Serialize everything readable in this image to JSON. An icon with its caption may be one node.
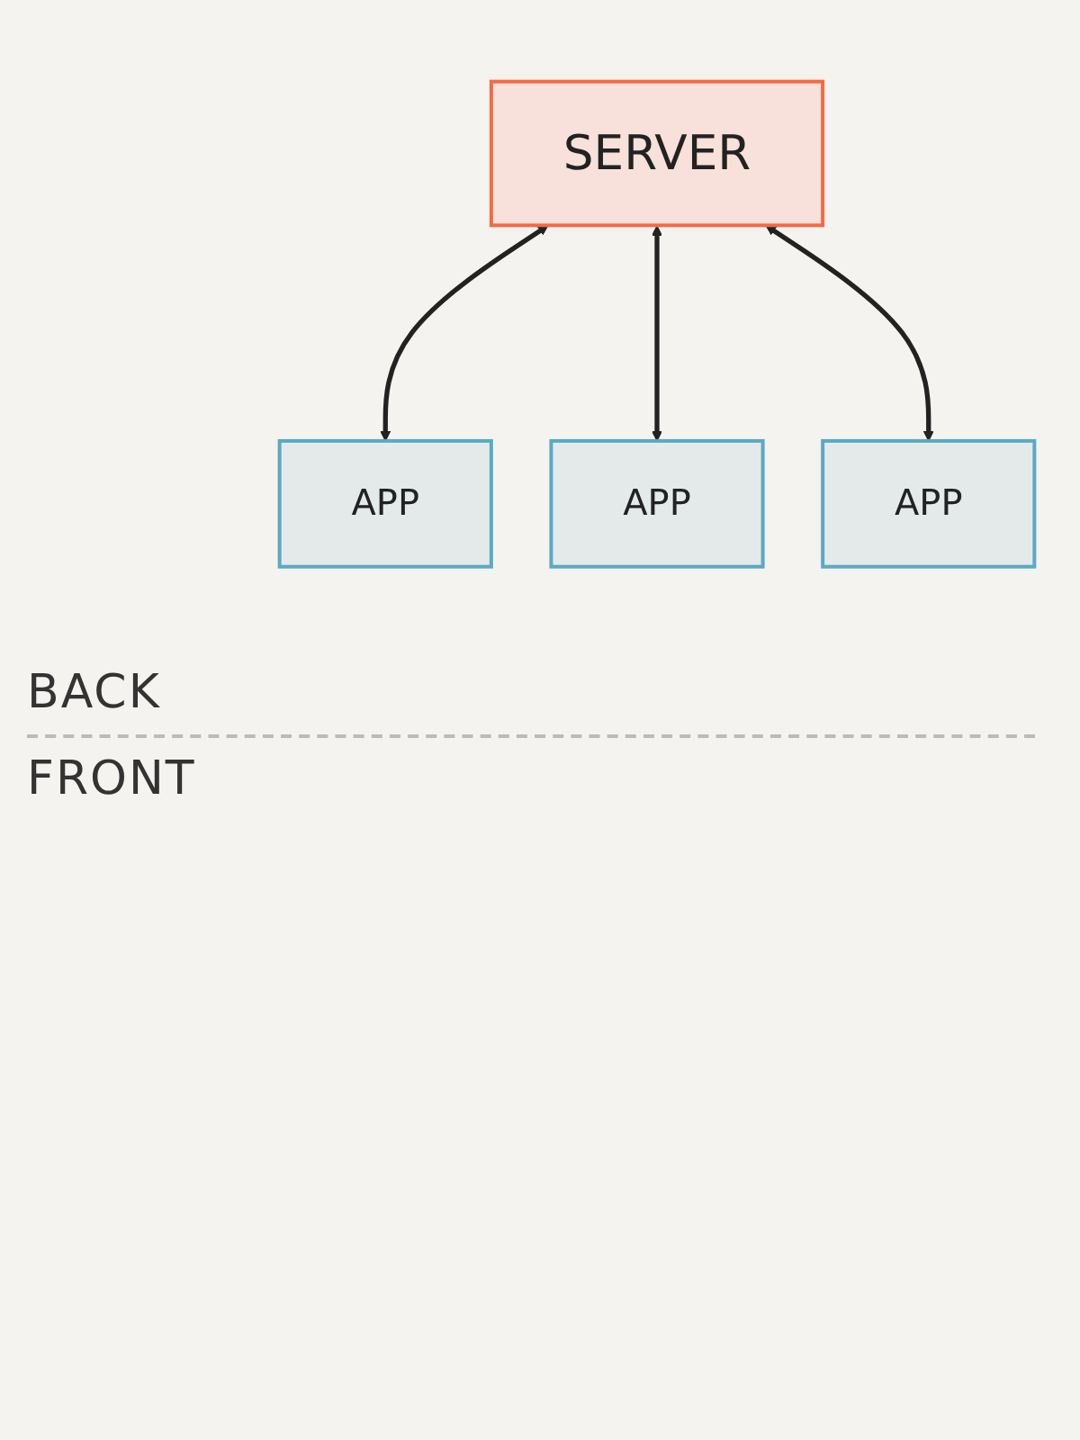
{
  "diagram": {
    "nodes": [
      {
        "text": [
          "SERVER"
        ]
      },
      {
        "text": [
          "APP"
        ]
      },
      {
        "text": [
          "APP"
        ]
      },
      {
        "text": [
          "APP"
        ]
      }
    ],
    "edges": [
      {
        "from": 0,
        "to": 1,
        "arrow": "both"
      },
      {
        "from": 0,
        "to": 2,
        "arrow": "both"
      },
      {
        "from": 0,
        "to": 3,
        "arrow": "both"
      }
    ],
    "labels": [
      "BACK",
      "FRONT"
    ]
  }
}
